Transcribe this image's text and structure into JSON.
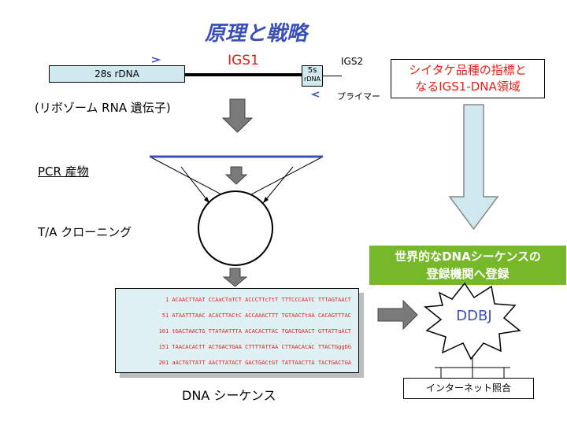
{
  "title": "原理と戦略",
  "gene": {
    "rdna28": "28s rDNA",
    "igs1": "IGS1",
    "box5s_line1": "5s",
    "box5s_line2": "rDNA",
    "igs2": "IGS2",
    "primer": "プライマー",
    "ribosome": "(リボゾーム RNA 遺伝子)"
  },
  "steps": {
    "pcr": "PCR 産物",
    "ta": "T/A クローニング",
    "dna_sequence": "DNA シーケンス"
  },
  "red_box": {
    "line1": "シイタケ品種の指標と",
    "line2": "なるIGS1-DNA領域"
  },
  "green_box": {
    "line1": "世界的なDNAシーケンスの",
    "line2": "登録機関へ登録"
  },
  "ddbj": "DDBJ",
  "internet": "インターネット照合",
  "sequence_rows": [
    "1 ACAACTTAAT CCAaCTaTCT ACCCTTcTtT TTTCCCAATC TTTAGTAACT",
    "51 ATAATTTAAC ACACTTACtC ACCAAACTTT TGTAACTtAA CACAGTTTAC",
    "101 tGACTAACTG TTATAATTTA ACACACTTAC TGACTGAACT GTTATTaACT",
    "151 TAACACACTT ACTGACTGAA CTTTTATTAA CTTAACACAC TTACTGggDG",
    "201 aACTGTTATT AACTTATACT GACTGACtGT TATTAACTTA TACTGACTGA"
  ],
  "colors": {
    "title": "#3b4fb8",
    "red_text": "#e8201a",
    "green_box": "#77b82a",
    "light_blue": "#cfe9ef",
    "arrow_gray": "#7a7a7a"
  }
}
